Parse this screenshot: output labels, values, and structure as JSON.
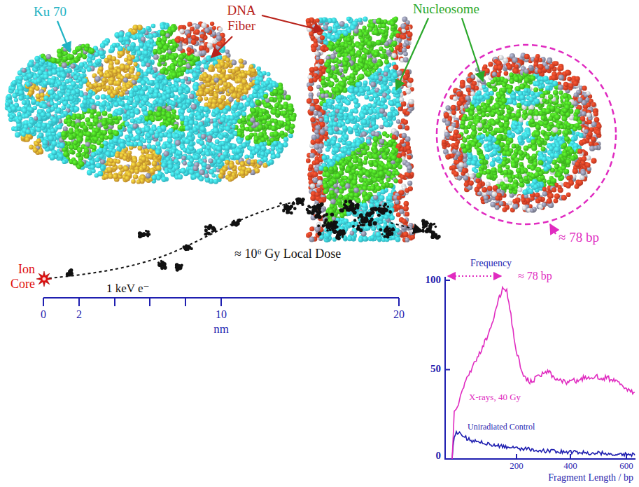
{
  "diagram": {
    "labels": [
      "Ku 70",
      "DNA Fiber",
      "Nucleosome",
      "≈ 78 bp",
      "≈ 10⁶ Gy Local Dose",
      "Ion Core",
      "1 keV e⁻",
      "0",
      "2",
      "10",
      "20",
      "nm",
      "Frequency",
      "100",
      "50",
      "0",
      "≈ 78 bp",
      "X-rays, 40 Gy",
      "Uniradiated Control",
      "200",
      "400",
      "600",
      "Fragment Length / bp"
    ]
  }
}
